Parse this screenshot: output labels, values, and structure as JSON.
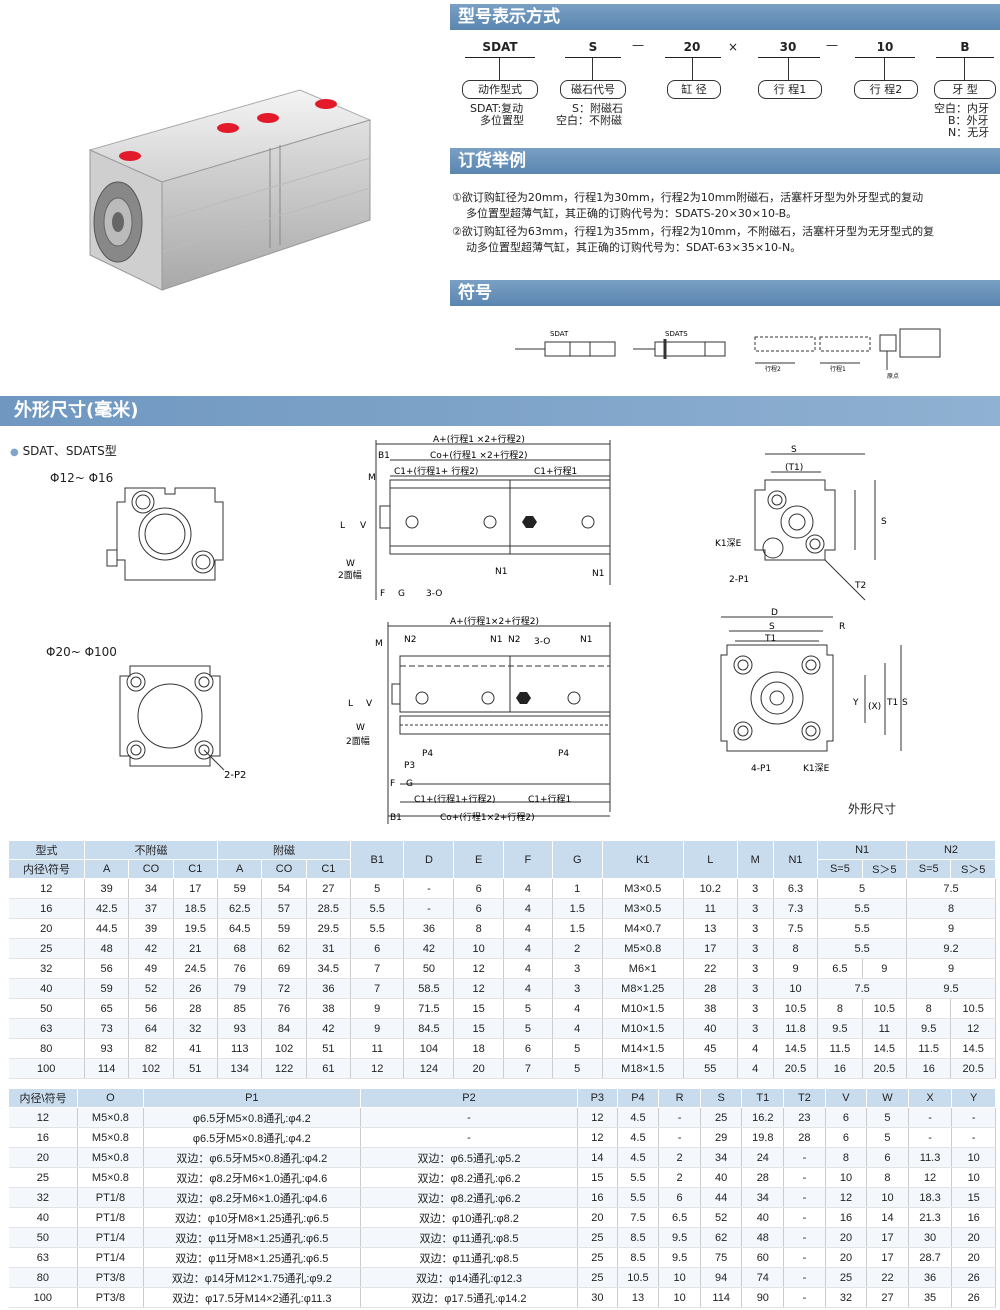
{
  "sections": {
    "model": "型号表示方式",
    "order": "订货举例",
    "symbol": "符号",
    "dims": "外形尺寸(毫米)",
    "series": "SDAT、SDATS型",
    "phi_small": "Φ12~ Φ16",
    "phi_large": "Φ20~ Φ100",
    "outline": "外形尺寸"
  },
  "code": {
    "parts": [
      "SDAT",
      "S",
      "20",
      "30",
      "10",
      "B"
    ],
    "sep1": "—",
    "sep2": "×",
    "sep3": "—",
    "pills": [
      "动作型式",
      "磁石代号",
      "缸 径",
      "行 程1",
      "行 程2",
      "牙 型"
    ],
    "notes": {
      "action": [
        "SDAT:复动",
        "多位置型"
      ],
      "magnet": [
        "S：附磁石",
        "空白：不附磁"
      ],
      "thread": [
        "空白：内牙",
        "B：外牙",
        "N：无牙"
      ]
    }
  },
  "order_examples": [
    "①欲订购缸径为20mm，行程1为30mm，行程2为10mm附磁石，活塞杆牙型为外牙型式的复动",
    "多位置型超薄气缸，其正确的订购代号为：SDATS-20×30×10-B。",
    "②欲订购缸径为63mm，行程1为35mm，行程2为10mm，不附磁石，活塞杆牙型为无牙型式的复",
    "动多位置型超薄气缸，其正确的订购代号为：SDAT-63×35×10-N。"
  ],
  "symbol_labels": {
    "sdat": "SDAT",
    "sdats": "SDATS",
    "stroke2": "行程2",
    "stroke1": "行程1",
    "origin": "原点"
  },
  "drawing_labels": {
    "a_top": "A+(行程1 ×2+行程2)",
    "co_top": "Co+(行程1 ×2+行程2)",
    "c1a": "C1+(行程1+ 行程2)",
    "c1b": "C1+行程1",
    "b1": "B1",
    "m": "M",
    "l": "L",
    "v": "V",
    "w": "W",
    "twoface": "2面幅",
    "f": "F",
    "g": "G",
    "o3": "3-O",
    "n1": "N1",
    "n2": "N2",
    "a_bot": "A+(行程1×2+行程2)",
    "p3": "P3",
    "p4": "P4",
    "c1c": "C1+(行程1+行程2)",
    "c1d": "C1+行程1",
    "co_bot": "Co+(行程1×2+行程2)",
    "s": "S",
    "t1p": "(T1)",
    "t1": "T1",
    "t2": "T2",
    "k1": "K1深E",
    "p1_2": "2-P1",
    "p1_4": "4-P1",
    "k1b": "K1深E",
    "d": "D",
    "r": "R",
    "y": "Y",
    "x": "(X)",
    "p2": "2-P2"
  },
  "table1": {
    "h1": [
      "型式",
      "不附磁",
      "附磁",
      "B1",
      "D",
      "E",
      "F",
      "G",
      "K1",
      "L",
      "M",
      "N1",
      "N1",
      "N2"
    ],
    "h2": [
      "内径\\符号",
      "A",
      "CO",
      "C1",
      "A",
      "CO",
      "C1",
      "S=5",
      "S＞5",
      "S=5",
      "S＞5"
    ],
    "rows": [
      [
        "12",
        "39",
        "34",
        "17",
        "59",
        "54",
        "27",
        "5",
        "-",
        "6",
        "4",
        "1",
        "M3×0.5",
        "10.2",
        "3",
        "6.3",
        "5",
        "7.5"
      ],
      [
        "16",
        "42.5",
        "37",
        "18.5",
        "62.5",
        "57",
        "28.5",
        "5.5",
        "-",
        "6",
        "4",
        "1.5",
        "M3×0.5",
        "11",
        "3",
        "7.3",
        "5.5",
        "8"
      ],
      [
        "20",
        "44.5",
        "39",
        "19.5",
        "64.5",
        "59",
        "29.5",
        "5.5",
        "36",
        "8",
        "4",
        "1.5",
        "M4×0.7",
        "13",
        "3",
        "7.5",
        "5.5",
        "9"
      ],
      [
        "25",
        "48",
        "42",
        "21",
        "68",
        "62",
        "31",
        "6",
        "42",
        "10",
        "4",
        "2",
        "M5×0.8",
        "17",
        "3",
        "8",
        "5.5",
        "9.2"
      ],
      [
        "32",
        "56",
        "49",
        "24.5",
        "76",
        "69",
        "34.5",
        "7",
        "50",
        "12",
        "4",
        "3",
        "M6×1",
        "22",
        "3",
        "9",
        "6.5",
        "9",
        "9"
      ],
      [
        "40",
        "59",
        "52",
        "26",
        "79",
        "72",
        "36",
        "7",
        "58.5",
        "12",
        "4",
        "3",
        "M8×1.25",
        "28",
        "3",
        "10",
        "7.5",
        "9.5"
      ],
      [
        "50",
        "65",
        "56",
        "28",
        "85",
        "76",
        "38",
        "9",
        "71.5",
        "15",
        "5",
        "4",
        "M10×1.5",
        "38",
        "3",
        "10.5",
        "8",
        "10.5",
        "8",
        "10.5"
      ],
      [
        "63",
        "73",
        "64",
        "32",
        "93",
        "84",
        "42",
        "9",
        "84.5",
        "15",
        "5",
        "4",
        "M10×1.5",
        "40",
        "3",
        "11.8",
        "9.5",
        "11",
        "9.5",
        "12"
      ],
      [
        "80",
        "93",
        "82",
        "41",
        "113",
        "102",
        "51",
        "11",
        "104",
        "18",
        "6",
        "5",
        "M14×1.5",
        "45",
        "4",
        "14.5",
        "11.5",
        "14.5",
        "11.5",
        "14.5"
      ],
      [
        "100",
        "114",
        "102",
        "51",
        "134",
        "122",
        "61",
        "12",
        "124",
        "20",
        "7",
        "5",
        "M18×1.5",
        "55",
        "4",
        "20.5",
        "16",
        "20.5",
        "16",
        "20.5"
      ]
    ]
  },
  "table2": {
    "header": [
      "内径\\符号",
      "O",
      "P1",
      "P2",
      "P3",
      "P4",
      "R",
      "S",
      "T1",
      "T2",
      "V",
      "W",
      "X",
      "Y"
    ],
    "rows": [
      [
        "12",
        "M5×0.8",
        "φ6.5牙M5×0.8通孔:φ4.2",
        "-",
        "12",
        "4.5",
        "-",
        "25",
        "16.2",
        "23",
        "6",
        "5",
        "-",
        "-"
      ],
      [
        "16",
        "M5×0.8",
        "φ6.5牙M5×0.8通孔:φ4.2",
        "-",
        "12",
        "4.5",
        "-",
        "29",
        "19.8",
        "28",
        "6",
        "5",
        "-",
        "-"
      ],
      [
        "20",
        "M5×0.8",
        "双边：φ6.5牙M5×0.8通孔:φ4.2",
        "双边：φ6.5通孔:φ5.2",
        "14",
        "4.5",
        "2",
        "34",
        "24",
        "-",
        "8",
        "6",
        "11.3",
        "10"
      ],
      [
        "25",
        "M5×0.8",
        "双边：φ8.2牙M6×1.0通孔:φ4.6",
        "双边：φ8.2通孔:φ6.2",
        "15",
        "5.5",
        "2",
        "40",
        "28",
        "-",
        "10",
        "8",
        "12",
        "10"
      ],
      [
        "32",
        "PT1/8",
        "双边：φ8.2牙M6×1.0通孔:φ4.6",
        "双边：φ8.2通孔:φ6.2",
        "16",
        "5.5",
        "6",
        "44",
        "34",
        "-",
        "12",
        "10",
        "18.3",
        "15"
      ],
      [
        "40",
        "PT1/8",
        "双边：φ10牙M8×1.25通孔:φ6.5",
        "双边：φ10通孔:φ8.2",
        "20",
        "7.5",
        "6.5",
        "52",
        "40",
        "-",
        "16",
        "14",
        "21.3",
        "16"
      ],
      [
        "50",
        "PT1/4",
        "双边：φ11牙M8×1.25通孔:φ6.5",
        "双边：φ11通孔:φ8.5",
        "25",
        "8.5",
        "9.5",
        "62",
        "48",
        "-",
        "20",
        "17",
        "30",
        "20"
      ],
      [
        "63",
        "PT1/4",
        "双边：φ11牙M8×1.25通孔:φ6.5",
        "双边：φ11通孔:φ8.5",
        "25",
        "8.5",
        "9.5",
        "75",
        "60",
        "-",
        "20",
        "17",
        "28.7",
        "20"
      ],
      [
        "80",
        "PT3/8",
        "双边：φ14牙M12×1.75通孔:φ9.2",
        "双边：φ14通孔:φ12.3",
        "25",
        "10.5",
        "10",
        "94",
        "74",
        "-",
        "25",
        "22",
        "36",
        "26"
      ],
      [
        "100",
        "PT3/8",
        "双边：φ17.5牙M14×2通孔:φ11.3",
        "双边：φ17.5通孔:φ14.2",
        "30",
        "13",
        "10",
        "114",
        "90",
        "-",
        "32",
        "27",
        "35",
        "26"
      ]
    ]
  }
}
